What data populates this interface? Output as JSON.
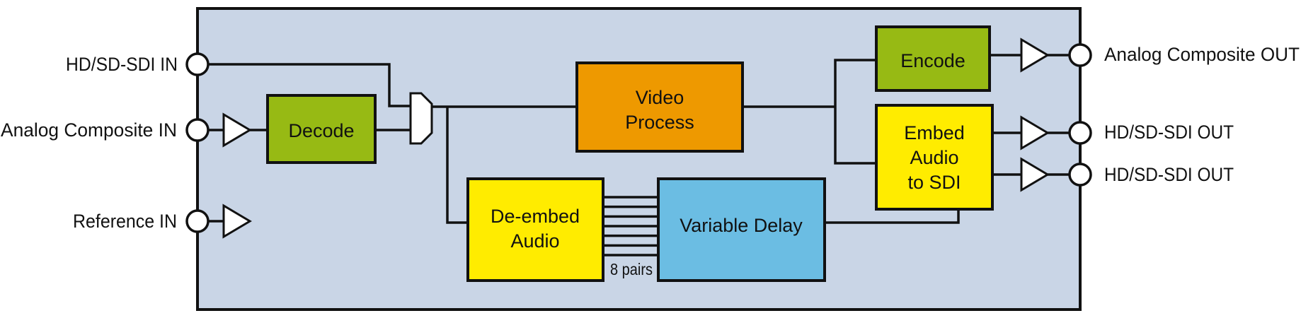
{
  "diagram": {
    "colors": {
      "background": "#C9D5E6",
      "codec_green": "#97BA14",
      "video_orange": "#EE9900",
      "audio_yellow": "#FFEC00",
      "delay_blue": "#6BBDE3"
    },
    "inputs": [
      {
        "label": "HD/SD-SDI IN"
      },
      {
        "label": "Analog Composite IN"
      },
      {
        "label": "Reference IN"
      }
    ],
    "outputs": [
      {
        "label": "Analog Composite OUT"
      },
      {
        "label": "HD/SD-SDI OUT"
      },
      {
        "label": "HD/SD-SDI OUT"
      }
    ],
    "blocks": {
      "decode": {
        "lines": [
          "Decode"
        ]
      },
      "video_process": {
        "lines": [
          "Video",
          "Process"
        ]
      },
      "deembed_audio": {
        "lines": [
          "De-embed",
          "Audio"
        ]
      },
      "variable_delay": {
        "lines": [
          "Variable Delay"
        ]
      },
      "encode": {
        "lines": [
          "Encode"
        ]
      },
      "embed_audio": {
        "lines": [
          "Embed",
          "Audio",
          "to SDI"
        ]
      }
    },
    "bus": {
      "label": "8 pairs",
      "line_count": 7
    },
    "icons": {
      "port": "port-circle-icon",
      "buffer": "buffer-triangle-icon",
      "mux": "multiplexer-icon"
    }
  }
}
